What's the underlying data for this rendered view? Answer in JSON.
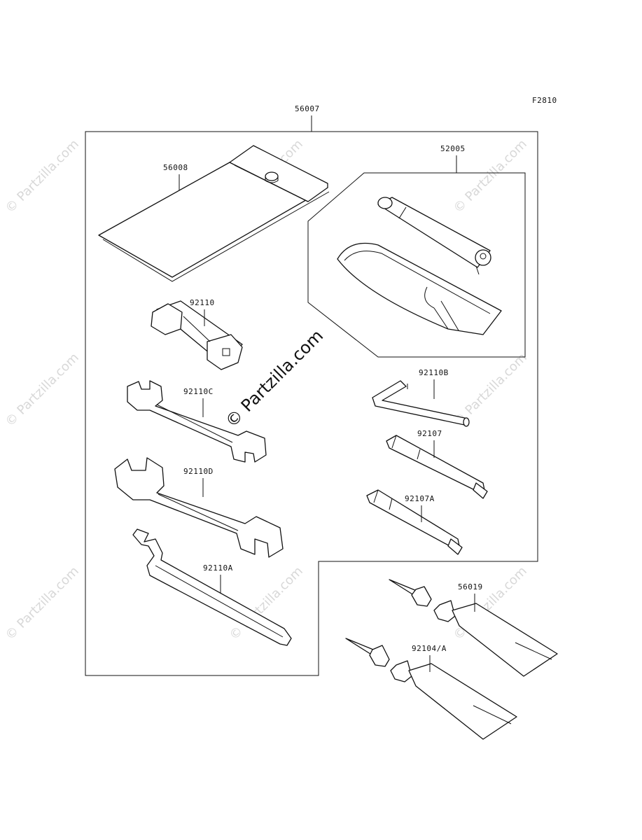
{
  "figure_code": "F2810",
  "parts": {
    "kit": "56007",
    "bag": "56008",
    "pump_kit": "52005",
    "plug_wrench": "92110",
    "hex_key": "92110B",
    "wrench_c": "92110C",
    "screwdriver": "92107",
    "wrench_d": "92110D",
    "screwdriver_a": "92107A",
    "hook_wrench": "92110A",
    "grease_tube": "56019",
    "adhesive_tube": "92104/A"
  },
  "watermark": "© Partzilla.com"
}
